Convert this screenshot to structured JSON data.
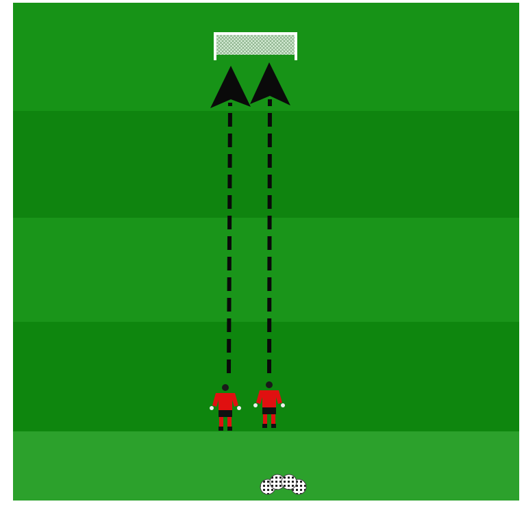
{
  "pitch": {
    "stripe_colors": [
      "#179317",
      "#0f840f",
      "#1a951a",
      "#0e860e",
      "#2ca12c"
    ]
  },
  "goal": {
    "color": "#ffffff",
    "net_color": "#d8efd8"
  },
  "arrows": {
    "color": "#0a0a0a",
    "style": "dashed",
    "direction": "toward-goal",
    "count": 2
  },
  "players": {
    "count": 2,
    "shirt_color": "#e01010",
    "shorts_color": "#111111",
    "skin_color": "#1a1a1a"
  },
  "balls": {
    "count": 4,
    "icon": "soccer-ball-icon"
  }
}
